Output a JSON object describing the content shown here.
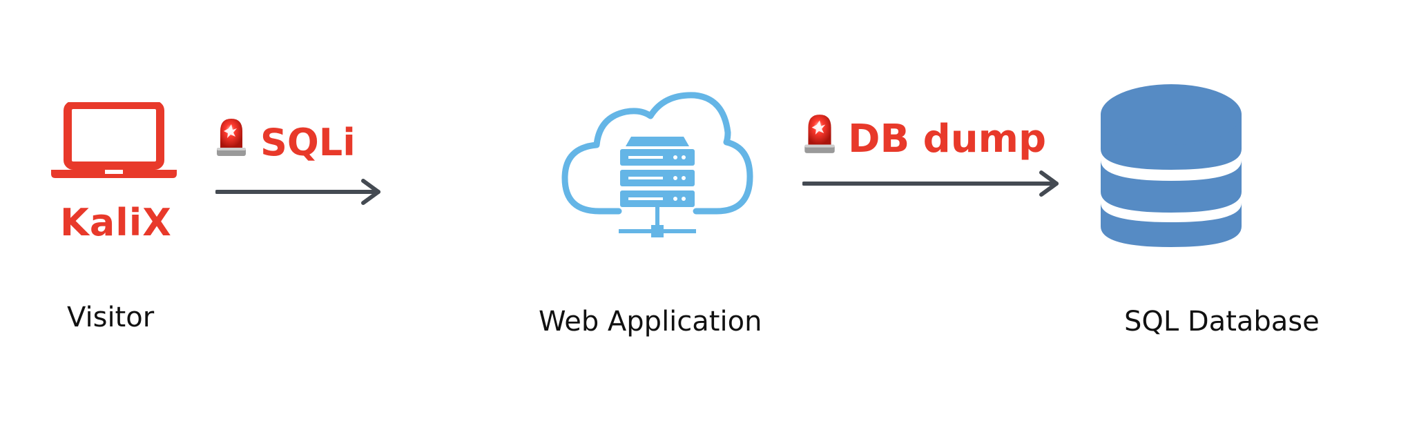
{
  "nodes": {
    "visitor": {
      "label": "Visitor",
      "brand": "KaliX"
    },
    "web_app": {
      "label": "Web Application"
    },
    "database": {
      "label": "SQL Database"
    }
  },
  "edges": [
    {
      "label": "SQLi",
      "icon": "siren-icon"
    },
    {
      "label": "DB dump",
      "icon": "siren-icon"
    }
  ],
  "colors": {
    "attacker_red": "#e8392a",
    "server_blue": "#64b5e6",
    "database_blue": "#568bc4",
    "arrow_gray": "#444a52",
    "text": "#111111"
  }
}
